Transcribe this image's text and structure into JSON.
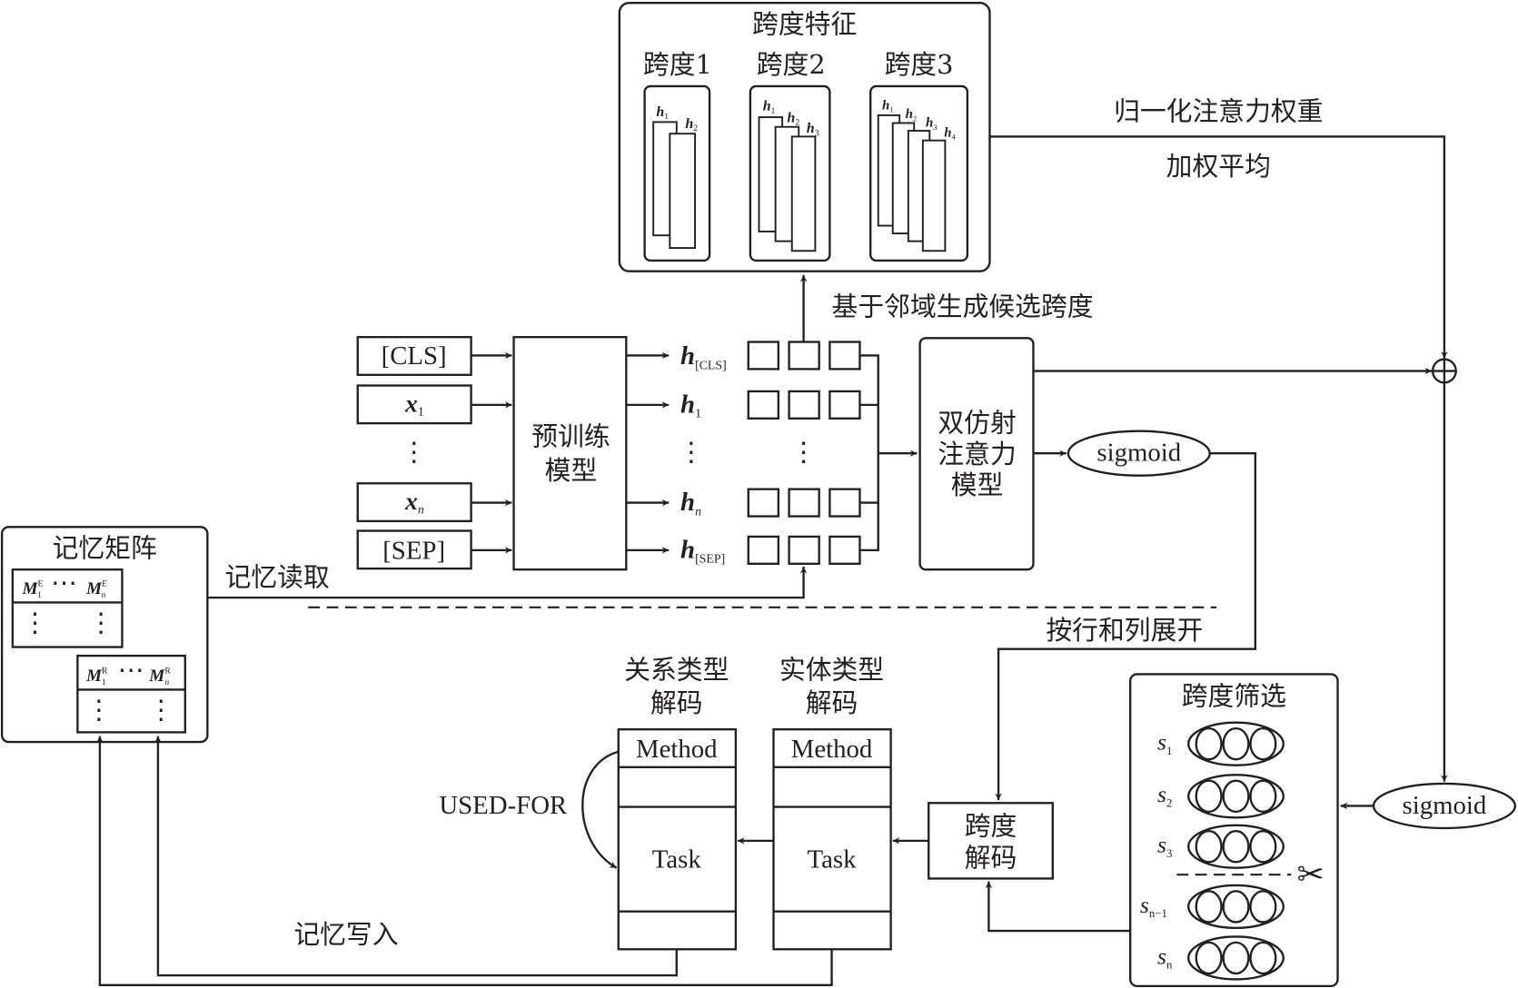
{
  "span_features": {
    "title": "跨度特征",
    "spans": [
      {
        "label": "跨度1",
        "vectors": [
          "1",
          "2"
        ]
      },
      {
        "label": "跨度2",
        "vectors": [
          "1",
          "2",
          "3"
        ]
      },
      {
        "label": "跨度3",
        "vectors": [
          "1",
          "2",
          "3",
          "4"
        ]
      }
    ],
    "vector_symbol": "h"
  },
  "labels": {
    "normalized_attention_weights": "归一化注意力权重",
    "weighted_average": "加权平均",
    "neighborhood_candidate_spans": "基于邻域生成候选跨度",
    "memory_read": "记忆读取",
    "memory_write": "记忆写入",
    "expand_rows_cols": "按行和列展开",
    "used_for": "USED-FOR"
  },
  "inputs": {
    "cls": "[CLS]",
    "x1_base": "x",
    "x1_sub": "1",
    "xn_base": "x",
    "xn_sub": "n",
    "sep": "[SEP]",
    "ellipsis": "⋮"
  },
  "pretrained_model": {
    "line1": "预训练",
    "line2": "模型"
  },
  "hidden_states": {
    "base": "h",
    "subs": [
      "[CLS]",
      "1",
      "n",
      "[SEP]"
    ]
  },
  "biaffine": {
    "line1": "双仿射",
    "line2": "注意力",
    "line3": "模型"
  },
  "sigmoid_label": "sigmoid",
  "memory_matrix": {
    "title": "记忆矩阵",
    "entity_row": {
      "first": "M",
      "first_sub": "1",
      "first_sup": "E",
      "ellipsis": "⋯",
      "last": "M",
      "last_sub": "n",
      "last_sup": "E"
    },
    "relation_row": {
      "first": "M",
      "first_sub": "1",
      "first_sup": "R",
      "ellipsis": "⋯",
      "last": "M",
      "last_sub": "n",
      "last_sup": "R"
    },
    "vdots": "⋮"
  },
  "decoders": {
    "relation": {
      "line1": "关系类型",
      "line2": "解码",
      "row1": "Method",
      "row3": "Task"
    },
    "entity": {
      "line1": "实体类型",
      "line2": "解码",
      "row1": "Method",
      "row3": "Task"
    },
    "span": {
      "line1": "跨度",
      "line2": "解码"
    }
  },
  "span_filter": {
    "title": "跨度筛选",
    "items": [
      {
        "base": "s",
        "sub": "1"
      },
      {
        "base": "s",
        "sub": "2"
      },
      {
        "base": "s",
        "sub": "3"
      },
      {
        "base": "s",
        "sub": "n−1"
      },
      {
        "base": "s",
        "sub": "n"
      }
    ],
    "scissors": "✂"
  },
  "sum_symbol": "⊕"
}
